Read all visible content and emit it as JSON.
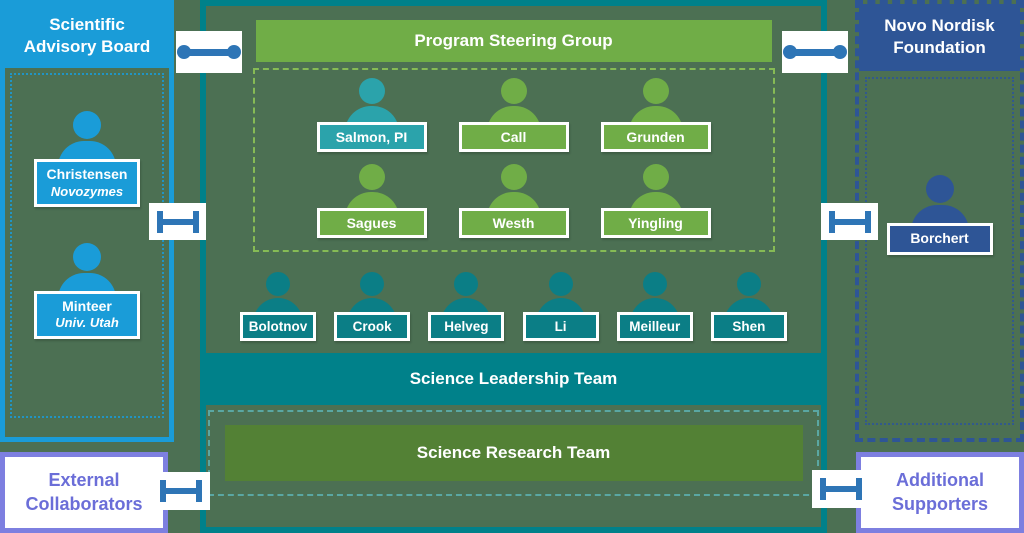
{
  "colors": {
    "background": "#4c7053",
    "bright_blue": "#1a9cd8",
    "navy_blue": "#2e5596",
    "green": "#70ad47",
    "dark_green": "#538135",
    "teal": "#00818a",
    "light_teal": "#2ba3ab",
    "connector_blue": "#2e75b6",
    "purple": "#7d7fe0"
  },
  "left_panel": {
    "title": "Scientific Advisory Board",
    "members": [
      {
        "name": "Christensen",
        "affiliation": "Novozymes"
      },
      {
        "name": "Minteer",
        "affiliation": "Univ. Utah"
      }
    ]
  },
  "center_panel": {
    "header": "Program Steering Group",
    "steering_rows": [
      {
        "members": [
          {
            "name": "Salmon, PI"
          },
          {
            "name": "Call"
          },
          {
            "name": "Grunden"
          }
        ]
      },
      {
        "members": [
          {
            "name": "Sagues"
          },
          {
            "name": "Westh"
          },
          {
            "name": "Yingling"
          }
        ]
      }
    ],
    "leadership_members": [
      {
        "name": "Bolotnov"
      },
      {
        "name": "Crook"
      },
      {
        "name": "Helveg"
      },
      {
        "name": "Li"
      },
      {
        "name": "Meilleur"
      },
      {
        "name": "Shen"
      }
    ],
    "leadership_band": "Science Leadership Team",
    "research_band": "Science Research Team"
  },
  "right_panel": {
    "title": "Novo Nordisk Foundation",
    "members": [
      {
        "name": "Borchert"
      }
    ]
  },
  "external_box": {
    "label": "External Collaborators"
  },
  "supporters_box": {
    "label": "Additional Supporters"
  }
}
